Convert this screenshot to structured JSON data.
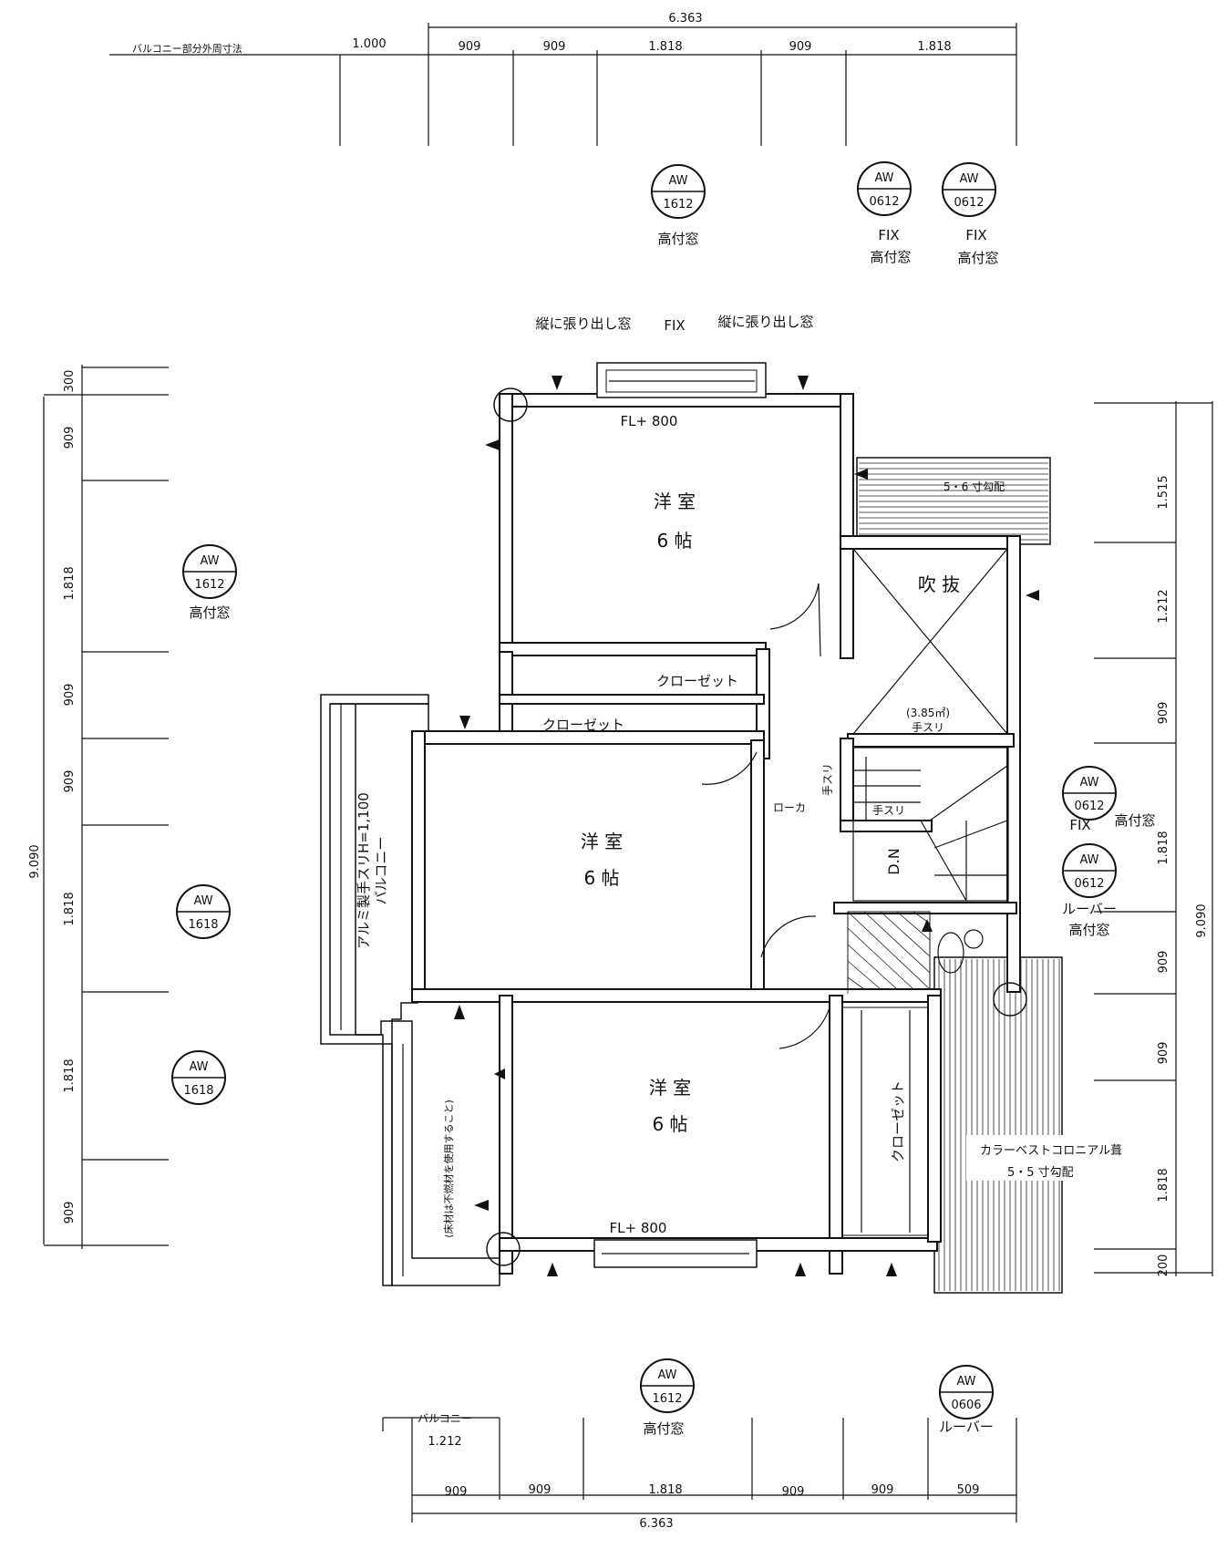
{
  "dims": {
    "top": {
      "total": "6.363",
      "balcony_note": "バルコニー部分外周寸法",
      "balcony": "1.000",
      "segments": [
        "909",
        "909",
        "1.818",
        "909",
        "1.818"
      ]
    },
    "left": {
      "total": "9.090",
      "segments": [
        "300",
        "909",
        "1.818",
        "909",
        "909",
        "1.818",
        "1.818",
        "909"
      ]
    },
    "right": {
      "total": "9.090",
      "segments": [
        "1.515",
        "1.212",
        "909",
        "1.818",
        "909",
        "909",
        "1.818",
        "200"
      ]
    },
    "bottom": {
      "total": "6.363",
      "balcony_label": "バルコニー",
      "balcony": "1.212",
      "segments": [
        "909",
        "909",
        "1.818",
        "909",
        "909",
        "509"
      ]
    }
  },
  "windows": [
    {
      "id": "w-top-1",
      "code": "AW",
      "size": "1612",
      "note": "高付窓",
      "note2": ""
    },
    {
      "id": "w-top-2",
      "code": "AW",
      "size": "0612",
      "note": "FIX",
      "note2": "高付窓"
    },
    {
      "id": "w-top-3",
      "code": "AW",
      "size": "0612",
      "note": "FIX",
      "note2": "高付窓"
    },
    {
      "id": "w-left-1",
      "code": "AW",
      "size": "1612",
      "note": "高付窓",
      "note2": ""
    },
    {
      "id": "w-left-2",
      "code": "AW",
      "size": "1618",
      "note": "",
      "note2": ""
    },
    {
      "id": "w-left-3",
      "code": "AW",
      "size": "1618",
      "note": "",
      "note2": ""
    },
    {
      "id": "w-right-1",
      "code": "AW",
      "size": "0612",
      "note": "FIX",
      "note2": "高付窓"
    },
    {
      "id": "w-right-2",
      "code": "AW",
      "size": "0612",
      "note": "ルーバー",
      "note2": "高付窓"
    },
    {
      "id": "w-bottom-1",
      "code": "AW",
      "size": "1612",
      "note": "高付窓",
      "note2": ""
    },
    {
      "id": "w-bottom-2",
      "code": "AW",
      "size": "0606",
      "note": "ルーバー",
      "note2": ""
    }
  ],
  "labels": {
    "bay_left": "縦に張り出し窓",
    "bay_fix": "FIX",
    "bay_right": "縦に張り出し窓",
    "fl_top": "FL+ 800",
    "fl_bottom": "FL+ 800",
    "roof_top": "5・6 寸勾配",
    "room1_name": "洋 室",
    "room1_size": "6 帖",
    "fukinuke": "吹 抜",
    "fukinuke_area": "(3.85㎡)",
    "tesuri1": "手スリ",
    "closet1": "クローゼット",
    "closet2": "クローゼット",
    "roka": "ローカ",
    "tesuri2": "手スリ",
    "tesuri3": "手スリ",
    "dn": "D.N",
    "room2_name": "洋 室",
    "room2_size": "6 帖",
    "balcony_rail": "アルミ製手スリH=1,100",
    "balcony": "バルコニー",
    "room3_name": "洋 室",
    "room3_size": "6 帖",
    "closet3": "クローゼット",
    "floor_note": "(床材は不燃材を使用すること)",
    "roof_material": "カラーベストコロニアル葺",
    "roof_slope": "5・5 寸勾配"
  }
}
